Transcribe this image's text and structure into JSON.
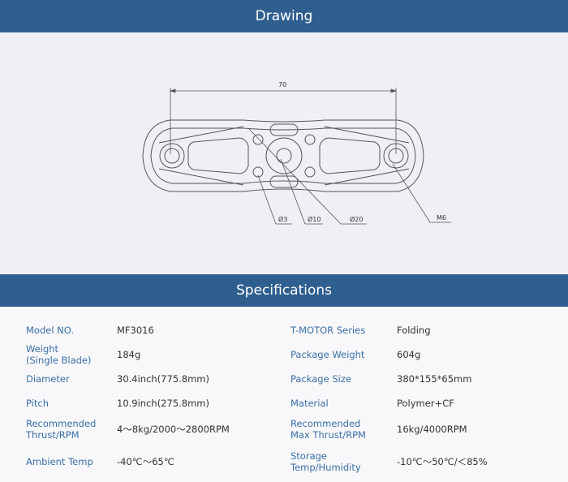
{
  "sections": {
    "drawing_title": "Drawing",
    "specs_title": "Specifications"
  },
  "drawing": {
    "dimension_width": "70",
    "callouts": {
      "d3": "Ø3",
      "d10": "Ø10",
      "d20": "Ø20",
      "m6": "M6"
    }
  },
  "specs": [
    {
      "l1": "Model NO.",
      "v1": "MF3016",
      "l2": "T-MOTOR Series",
      "v2": "Folding"
    },
    {
      "l1": "Weight\n(Single Blade)",
      "v1": "184g",
      "l2": "Package Weight",
      "v2": "604g"
    },
    {
      "l1": "Diameter",
      "v1": "30.4inch(775.8mm)",
      "l2": "Package Size",
      "v2": "380*155*65mm"
    },
    {
      "l1": "Pitch",
      "v1": "10.9inch(275.8mm)",
      "l2": "Material",
      "v2": "Polymer+CF"
    },
    {
      "l1": "Recommended\nThrust/RPM",
      "v1": "4～8kg/2000～2800RPM",
      "l2": "Recommended\nMax Thrust/RPM",
      "v2": "16kg/4000RPM"
    },
    {
      "l1": "Ambient Temp",
      "v1": "-40℃～65℃",
      "l2": "Storage\nTemp/Humidity",
      "v2": "-10℃～50℃/＜85%"
    }
  ]
}
